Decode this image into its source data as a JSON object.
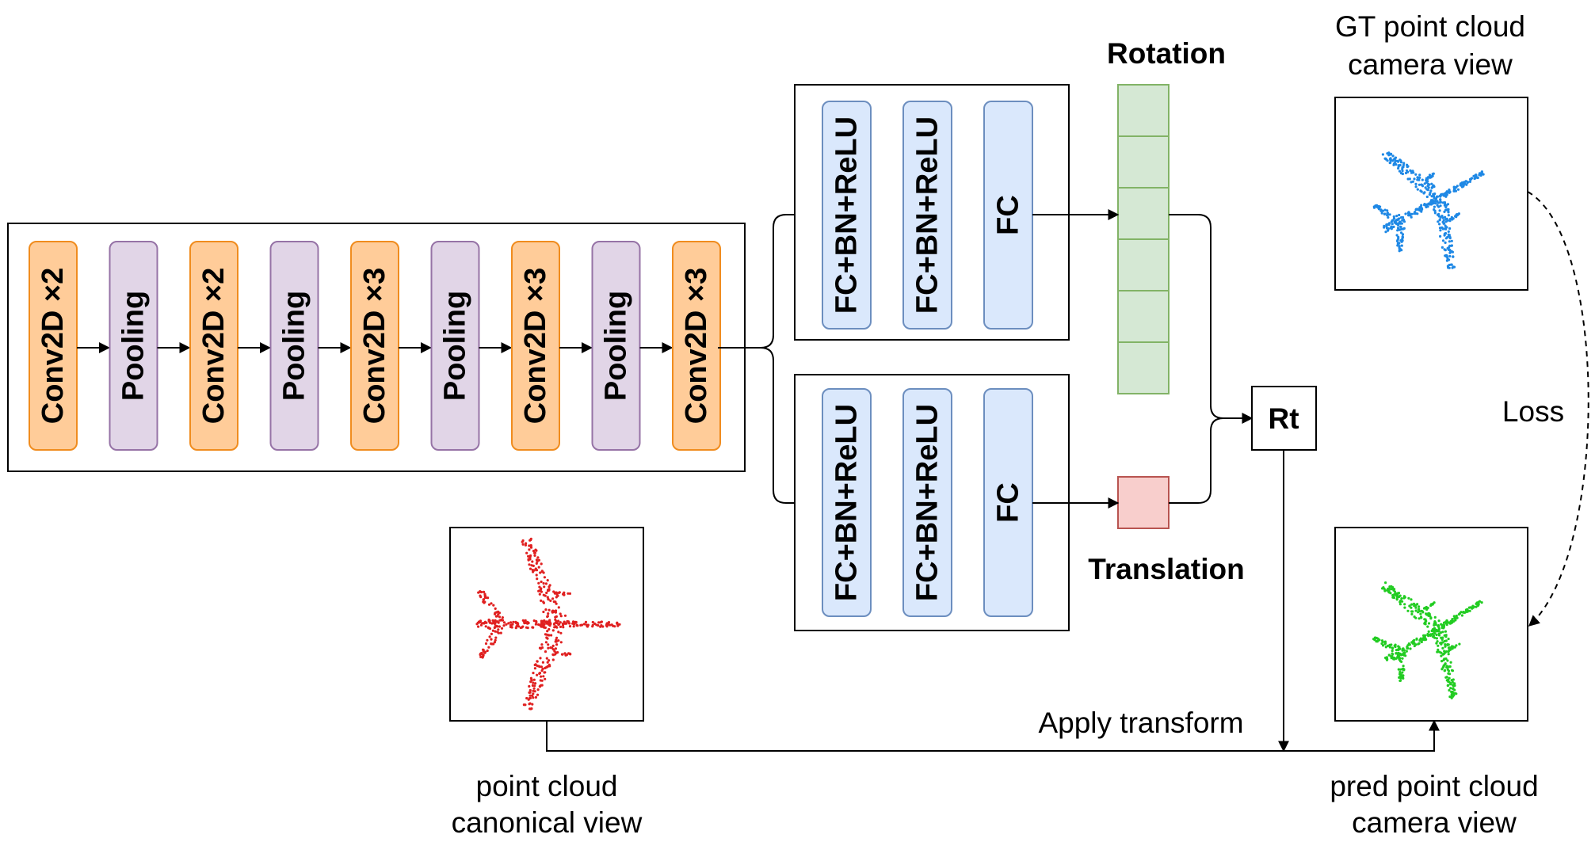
{
  "encoder": {
    "blocks": [
      {
        "label": "Conv2D ×2",
        "kind": "conv"
      },
      {
        "label": "Pooling",
        "kind": "pool"
      },
      {
        "label": "Conv2D ×2",
        "kind": "conv"
      },
      {
        "label": "Pooling",
        "kind": "pool"
      },
      {
        "label": "Conv2D ×3",
        "kind": "conv"
      },
      {
        "label": "Pooling",
        "kind": "pool"
      },
      {
        "label": "Conv2D ×3",
        "kind": "conv"
      },
      {
        "label": "Pooling",
        "kind": "pool"
      },
      {
        "label": "Conv2D ×3",
        "kind": "conv"
      }
    ]
  },
  "rotation_head": {
    "layers": [
      "FC+BN+ReLU",
      "FC+BN+ReLU",
      "FC"
    ],
    "output_label": "Rotation",
    "output_cells": 6
  },
  "translation_head": {
    "layers": [
      "FC+BN+ReLU",
      "FC+BN+ReLU",
      "FC"
    ],
    "output_label": "Translation",
    "output_cells": 1
  },
  "rt": {
    "label": "Rt"
  },
  "labels": {
    "gt_title_line1": "GT point cloud",
    "gt_title_line2": "camera view",
    "loss": "Loss",
    "apply_transform": "Apply transform",
    "canonical_line1": "point cloud",
    "canonical_line2": "canonical view",
    "pred_line1": "pred point cloud",
    "pred_line2": "camera view"
  },
  "colors": {
    "conv_fill": "#FFCC99",
    "conv_stroke": "#F08C1E",
    "pool_fill": "#E1D5E7",
    "pool_stroke": "#9673A6",
    "fc_fill": "#DAE8FC",
    "fc_stroke": "#6C8EBF",
    "rotation_fill": "#D5E8D4",
    "rotation_stroke": "#82B366",
    "translation_fill": "#F8CECC",
    "translation_stroke": "#B85450",
    "canonical_cloud": "#E02020",
    "gt_cloud": "#1E88E5",
    "pred_cloud": "#22CC22"
  }
}
